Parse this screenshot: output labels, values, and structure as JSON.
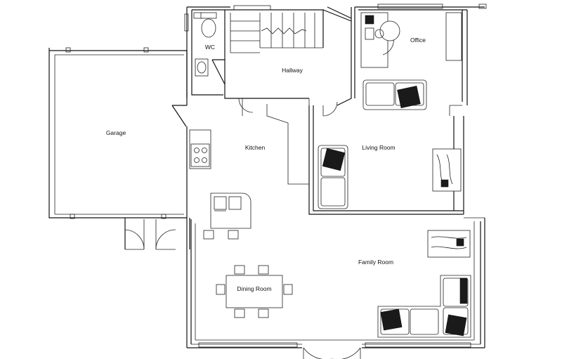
{
  "rooms": {
    "wc": "WC",
    "hallway": "Hallway",
    "office": "Office",
    "garage": "Garage",
    "kitchen": "Kitchen",
    "living_room": "Living Room",
    "family_room": "Family Room",
    "dining_room": "Dining Room"
  },
  "colors": {
    "line": "#111111",
    "background": "#ffffff",
    "cushion": "#1a1a1a"
  }
}
